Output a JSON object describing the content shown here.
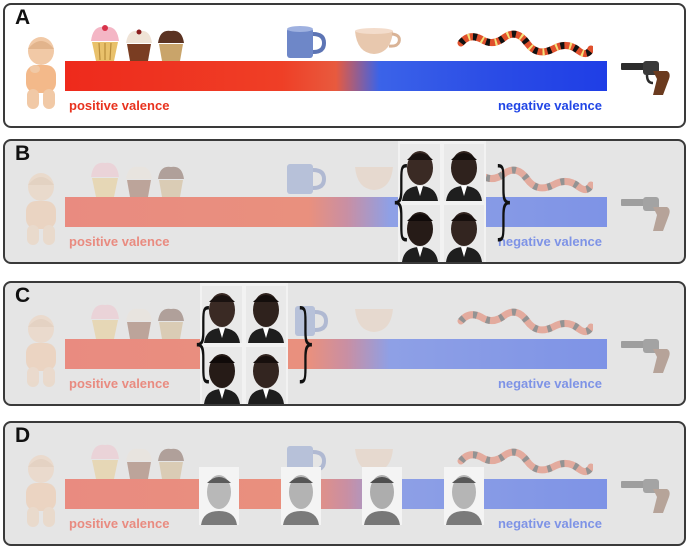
{
  "panels": [
    {
      "letter": "A",
      "positive_label": "positive valence",
      "negative_label": "negative valence",
      "faded": false
    },
    {
      "letter": "B",
      "positive_label": "positive valence",
      "negative_label": "negative valence",
      "faded": true
    },
    {
      "letter": "C",
      "positive_label": "positive valence",
      "negative_label": "negative valence",
      "faded": true
    },
    {
      "letter": "D",
      "positive_label": "positive valence",
      "negative_label": "negative valence",
      "faded": true
    }
  ],
  "colors": {
    "positive_strong": "#ee2a1c",
    "negative_strong": "#1f3ee6",
    "positive_faded": "#e98b80",
    "negative_faded": "#7e93e6",
    "positive_label": "#e8321e",
    "negative_label": "#2146e6"
  },
  "icons": [
    "baby-icon",
    "cupcake-icon",
    "mug-icon",
    "teacup-icon",
    "snake-icon",
    "gun-icon",
    "face-icon"
  ]
}
